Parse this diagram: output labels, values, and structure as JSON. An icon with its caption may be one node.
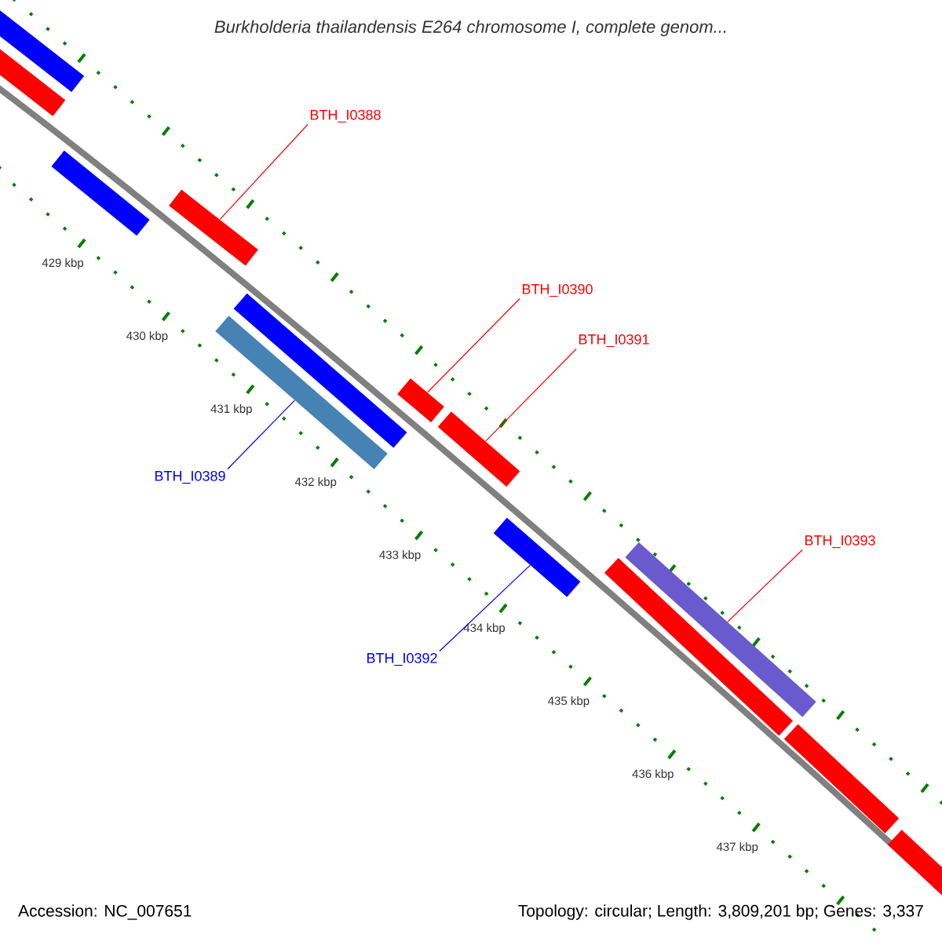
{
  "diagram": {
    "title": "Burkholderia thailandensis E264 chromosome I, complete genom...",
    "nodes": [
      {
        "text": [
          "BTH_I0388"
        ]
      },
      {
        "text": [
          "BTH_I0389"
        ]
      },
      {
        "text": [
          "BTH_I0390"
        ]
      },
      {
        "text": [
          "BTH_I0391"
        ]
      },
      {
        "text": [
          "BTH_I0392"
        ]
      },
      {
        "text": [
          "BTH_I0393"
        ]
      },
      {
        "text": [],
        "shape": "bar"
      },
      {
        "text": [],
        "shape": "bar"
      },
      {
        "text": [],
        "shape": "bar"
      },
      {
        "text": [],
        "shape": "bar"
      },
      {
        "text": [],
        "shape": "bar"
      },
      {
        "text": [],
        "shape": "bar"
      },
      {
        "text": [],
        "shape": "bar"
      },
      {
        "text": [],
        "shape": "bar"
      },
      {
        "text": [],
        "shape": "bar"
      },
      {
        "text": [],
        "shape": "bar"
      },
      {
        "text": [],
        "shape": "bar"
      },
      {
        "text": [],
        "shape": "bar"
      },
      {
        "text": [],
        "shape": "bar"
      }
    ],
    "edges": [
      {
        "from": 0,
        "to": 9,
        "arrow": "none"
      },
      {
        "from": 1,
        "to": 10,
        "arrow": "none",
        "color": "#0000ff"
      },
      {
        "from": 2,
        "to": 12,
        "arrow": "none"
      },
      {
        "from": 3,
        "to": 13,
        "arrow": "none"
      },
      {
        "from": 4,
        "to": 14,
        "arrow": "none",
        "color": "#0000ff"
      },
      {
        "from": 5,
        "to": 16,
        "arrow": "none"
      }
    ],
    "labels": [
      "429 kbp",
      "430 kbp",
      "431 kbp",
      "432 kbp",
      "433 kbp",
      "434 kbp",
      "435 kbp",
      "436 kbp",
      "437 kbp",
      "Accession: NC_007651",
      "Topology: circular; Length: 3,809,201 bp; Genes: 3,337"
    ]
  }
}
